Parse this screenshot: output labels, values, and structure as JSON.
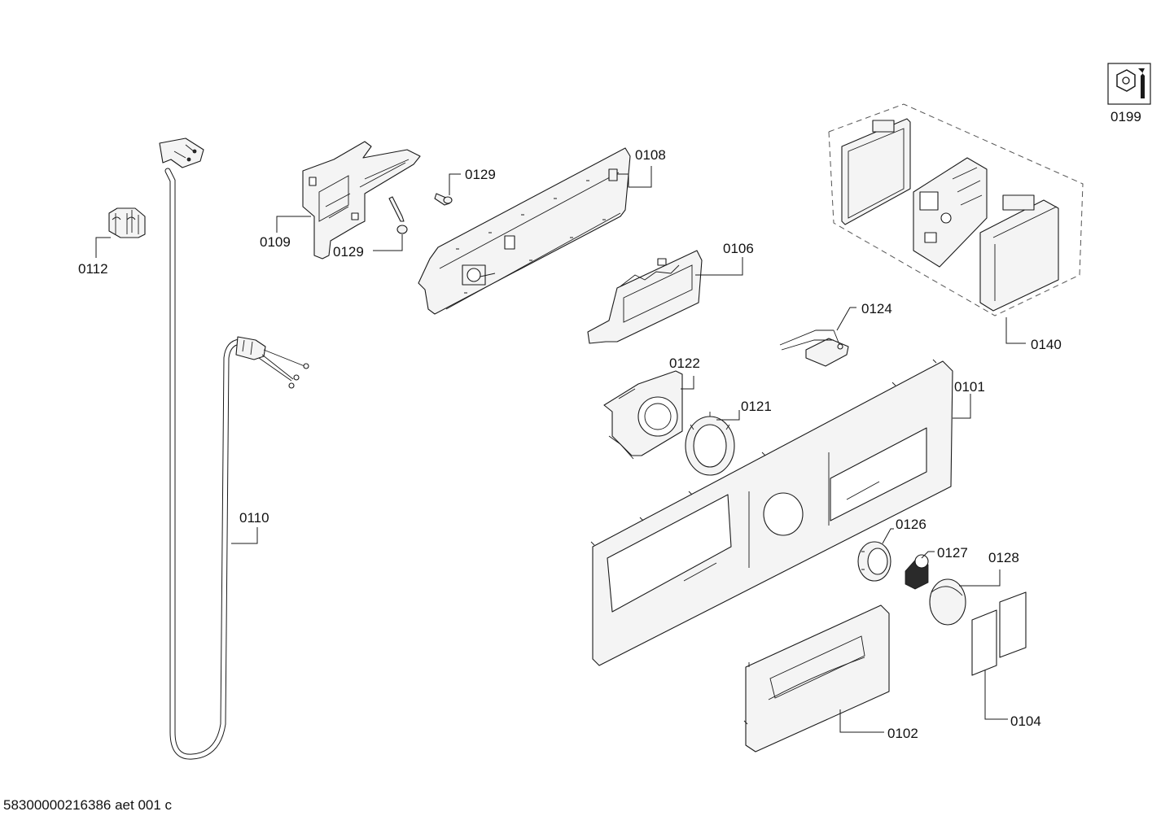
{
  "labels": {
    "p0199": "0199",
    "p0112": "0112",
    "p0109": "0109",
    "p0129a": "0129",
    "p0129b": "0129",
    "p0108": "0108",
    "p0106": "0106",
    "p0140": "0140",
    "p0124": "0124",
    "p0122": "0122",
    "p0121": "0121",
    "p0101": "0101",
    "p0110": "0110",
    "p0126": "0126",
    "p0127": "0127",
    "p0128": "0128",
    "p0104": "0104",
    "p0102": "0102"
  },
  "footer": {
    "code": "58300000216386 aet 001 c"
  },
  "icons": {
    "service": "service-kit-icon"
  }
}
